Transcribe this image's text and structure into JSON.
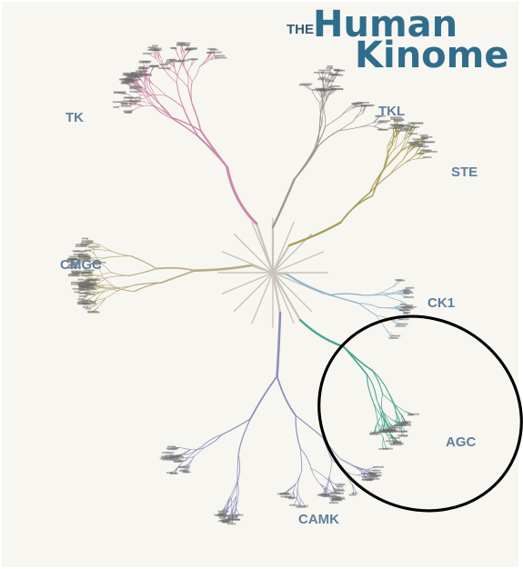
{
  "title": {
    "prefix": "THE",
    "line1": "Human",
    "line2": "Kinome"
  },
  "groups": [
    {
      "label": "TK",
      "color": "#c98aa8"
    },
    {
      "label": "TKL",
      "color": "#9f9694"
    },
    {
      "label": "STE",
      "color": "#a8a05a"
    },
    {
      "label": "CMGC",
      "color": "#b7ad82"
    },
    {
      "label": "CK1",
      "color": "#8fb6c9"
    },
    {
      "label": "AGC",
      "color": "#48a593"
    },
    {
      "label": "CAMK",
      "color": "#8a8fb8"
    }
  ],
  "colors": {
    "background": "#f8f6f1",
    "trunk": "#c9c3bb",
    "highlight_circle": "#000000"
  }
}
